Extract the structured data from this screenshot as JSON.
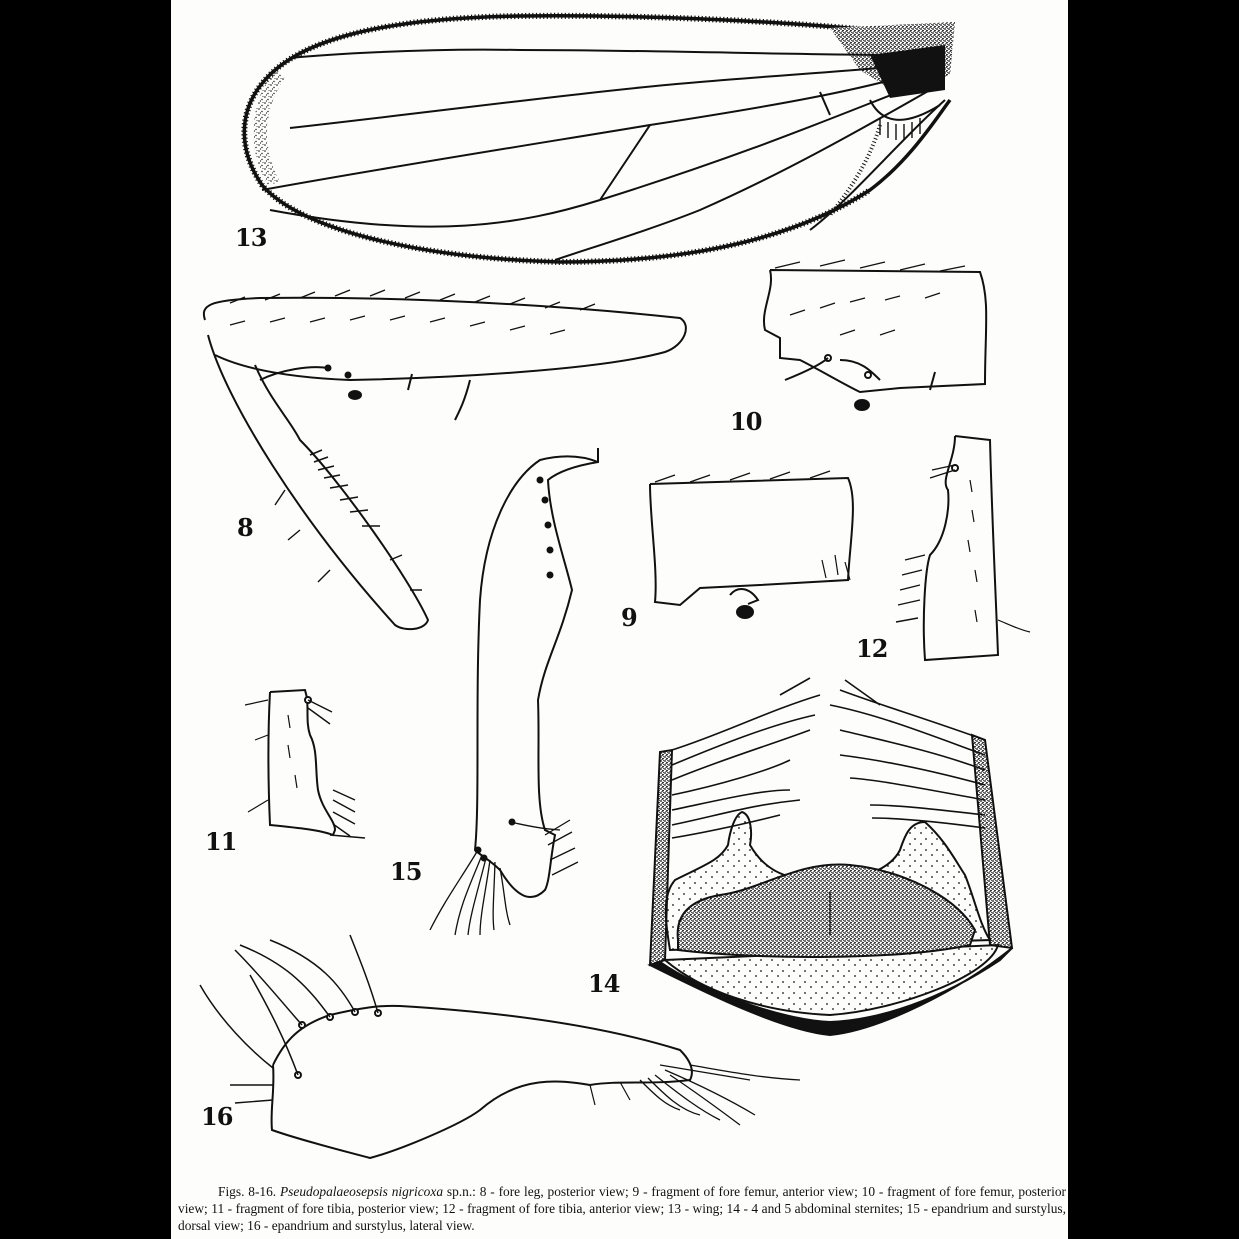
{
  "plate": {
    "figures": [
      {
        "number": "13",
        "name": "wing"
      },
      {
        "number": "8",
        "name": "fore leg, posterior view"
      },
      {
        "number": "10",
        "name": "fragment of fore femur, posterior view"
      },
      {
        "number": "9",
        "name": "fragment of fore femur, anterior view"
      },
      {
        "number": "12",
        "name": "fragment of fore tibia, anterior view"
      },
      {
        "number": "11",
        "name": "fragment of fore tibia, posterior view"
      },
      {
        "number": "15",
        "name": "epandrium and surstylus, dorsal view"
      },
      {
        "number": "14",
        "name": "4 and 5 abdominal sternites"
      },
      {
        "number": "16",
        "name": "epandrium and surstylus, lateral view"
      }
    ],
    "labels": {
      "fig13": "13",
      "fig8": "8",
      "fig10": "10",
      "fig9": "9",
      "fig12": "12",
      "fig11": "11",
      "fig15": "15",
      "fig14": "14",
      "fig16": "16"
    }
  },
  "caption": {
    "prefix": "Figs. 8-16.",
    "species": "Pseudopalaeosepsis nigricoxa",
    "rest": "sp.n.: 8 - fore leg, posterior view; 9 - fragment of fore femur, anterior view; 10 - fragment of fore femur, posterior view; 11 - fragment of fore tibia, posterior view; 12 - fragment of fore tibia, anterior view; 13 - wing; 14 - 4 and 5 abdominal sternites; 15 - epandrium and surstylus, dorsal view; 16 - epandrium and surstylus, lateral view."
  },
  "colors": {
    "background": "#000000",
    "page": "#fdfdfb",
    "ink": "#111111"
  }
}
